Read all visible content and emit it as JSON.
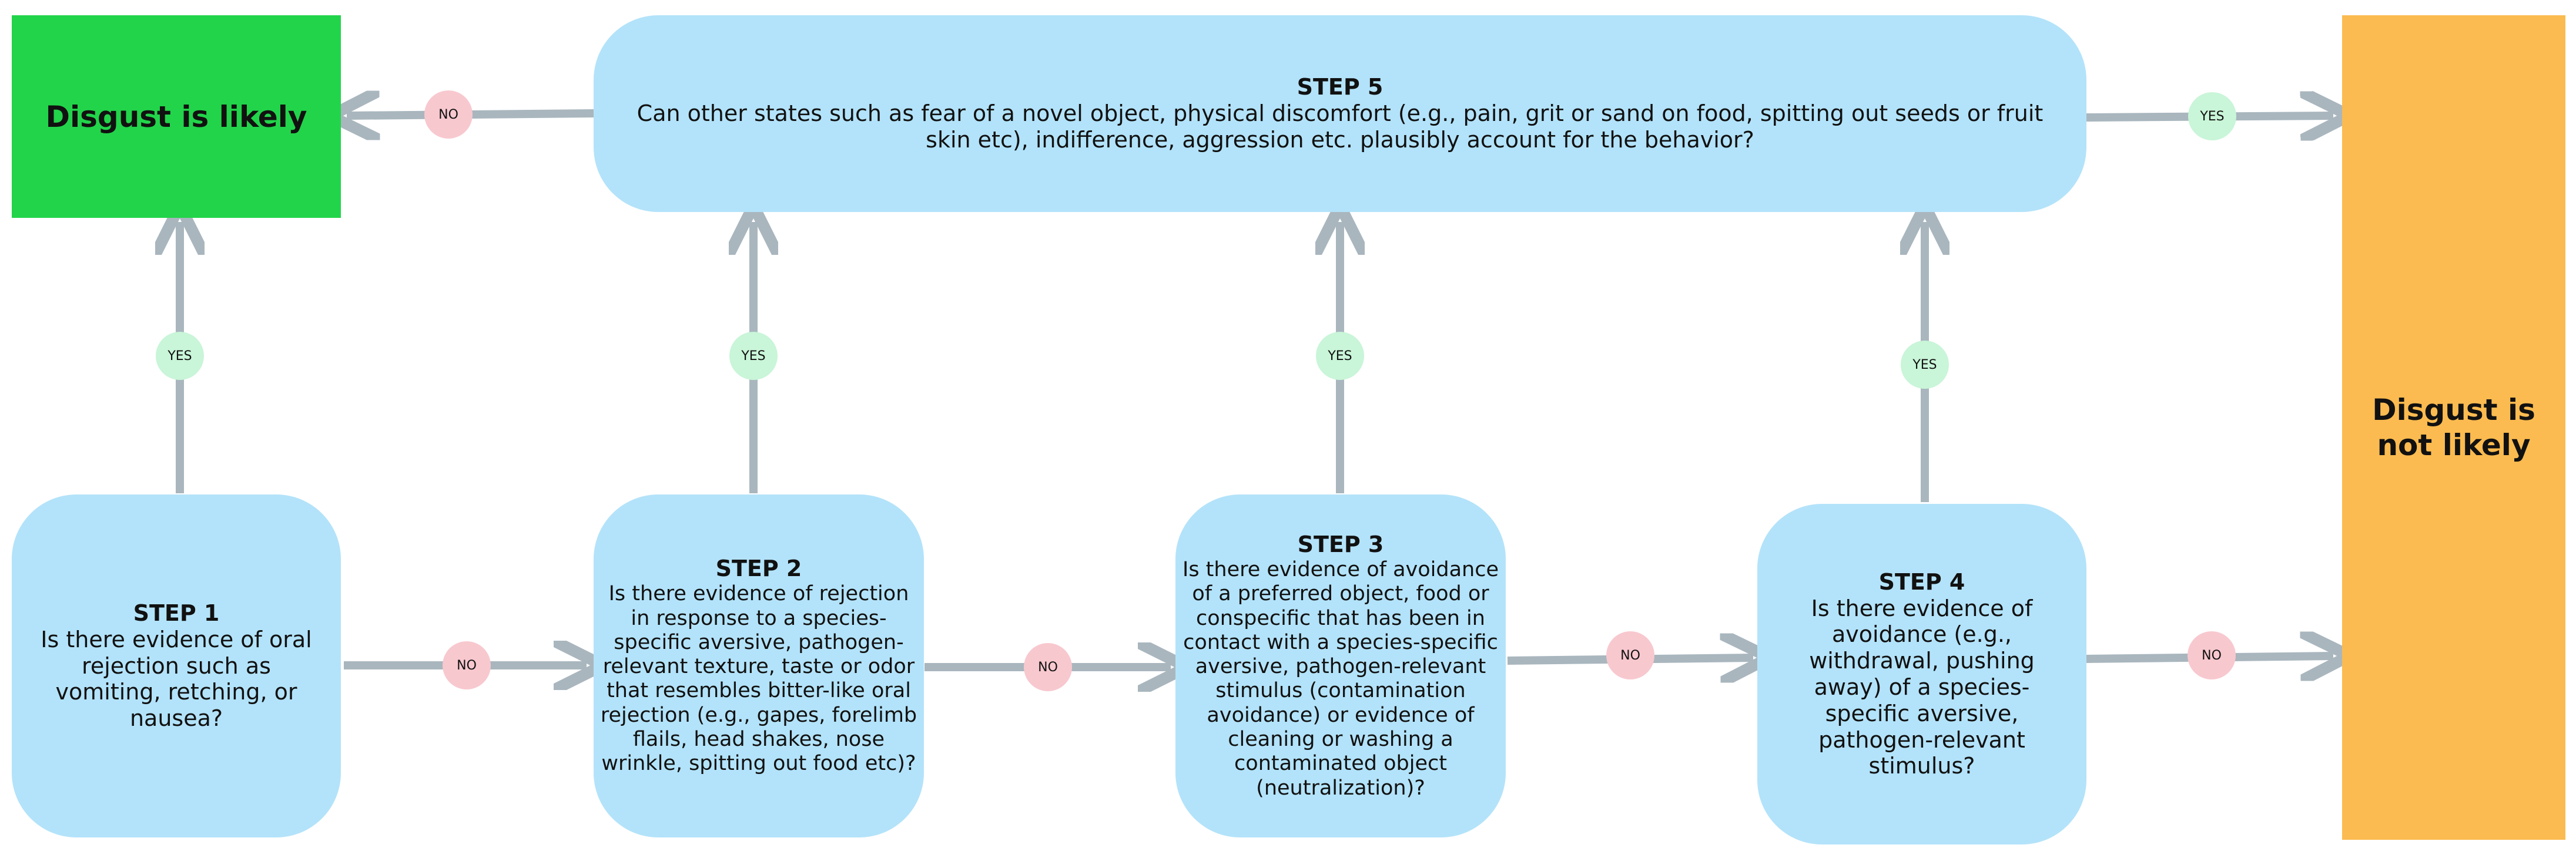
{
  "colors": {
    "step_fill": "#b3e3fa",
    "likely_fill": "#22d44a",
    "not_likely_fill": "#fbbb50",
    "arrow": "#a9b6be",
    "yes_badge": "#c9f5d8",
    "no_badge": "#f8c8cf"
  },
  "outcomes": {
    "likely": "Disgust is likely",
    "not_likely": "Disgust is not likely"
  },
  "steps": {
    "step1": {
      "title": "STEP 1",
      "text": "Is there evidence of oral rejection such as vomiting, retching, or nausea?"
    },
    "step2": {
      "title": "STEP 2",
      "text": "Is there evidence of rejection in response to a species-specific aversive, pathogen-relevant texture, taste or odor that resembles bitter-like oral rejection (e.g., gapes, forelimb flails, head shakes, nose wrinkle, spitting out food etc)?"
    },
    "step3": {
      "title": "STEP 3",
      "text": "Is there evidence of avoidance of a preferred object, food or conspecific that has been in contact with a species-specific aversive, pathogen-relevant stimulus (contamination avoidance) or evidence of cleaning or washing a contaminated object (neutralization)?"
    },
    "step4": {
      "title": "STEP 4",
      "text": "Is there evidence of avoidance (e.g., withdrawal, pushing away) of a species-specific aversive, pathogen-relevant stimulus?"
    },
    "step5": {
      "title": "STEP 5",
      "text": "Can other states such as fear of a novel object, physical discomfort (e.g., pain, grit or sand on food, spitting out seeds or fruit skin etc), indifference, aggression etc. plausibly account for the behavior?"
    }
  },
  "badges": {
    "yes": "YES",
    "no": "NO"
  }
}
